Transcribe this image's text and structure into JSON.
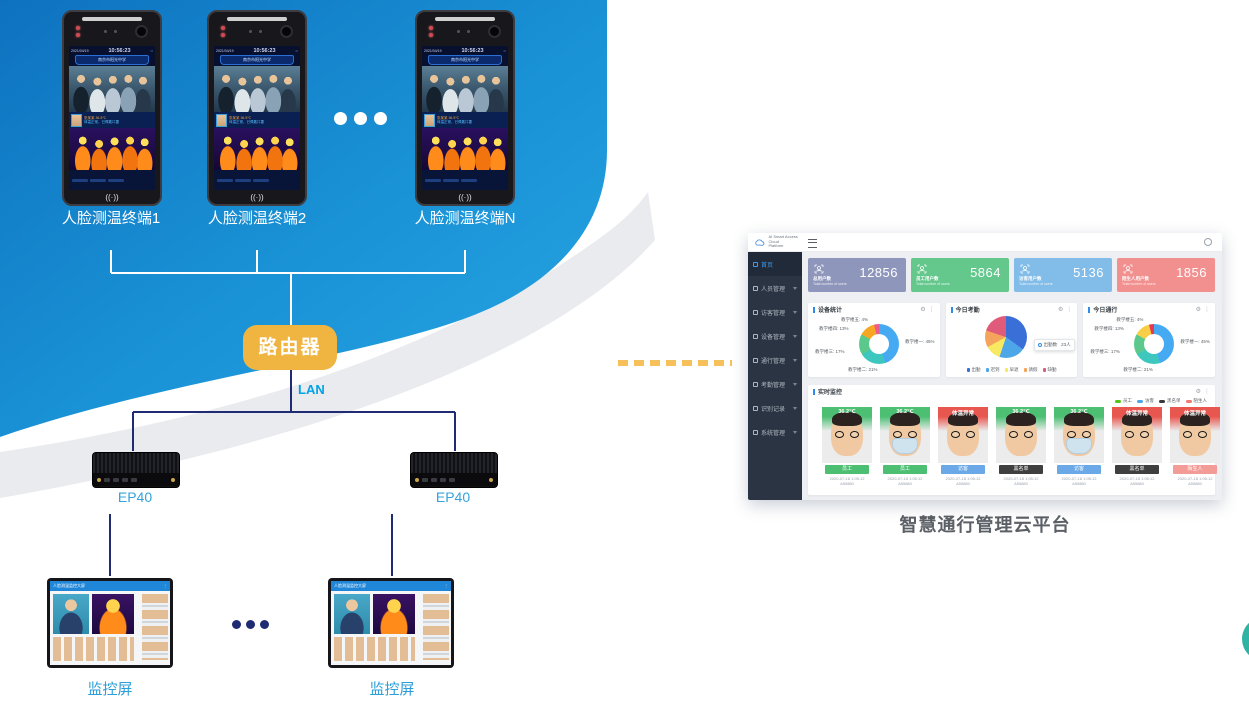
{
  "page": {
    "caption": "智慧通行管理云平台"
  },
  "diagram": {
    "terminals": [
      {
        "label": "人脸测温终端1"
      },
      {
        "label": "人脸测温终端2"
      },
      {
        "label": "人脸测温终端N"
      }
    ],
    "terminal_screen": {
      "date": "2021/04/19",
      "time": "10:56:23",
      "banner": "南京市阳光中学",
      "recog_name": "张某某",
      "recog_temp": "36.5℃",
      "recog_msg": "体温正常，已佩戴口罩",
      "rfid": "((·))"
    },
    "router_label": "路由器",
    "lan_label": "LAN",
    "ep40": [
      {
        "label": "EP40"
      },
      {
        "label": "EP40"
      }
    ],
    "monitors": [
      {
        "label": "监控屏"
      },
      {
        "label": "监控屏"
      }
    ],
    "monitor_title": "人脸测温监控大屏"
  },
  "dashboard": {
    "logo": {
      "line1": "AI Smart Access Cloud",
      "line2": "Platform"
    },
    "sidebar": {
      "items": [
        {
          "label": "首页"
        },
        {
          "label": "人员管理"
        },
        {
          "label": "访客管理"
        },
        {
          "label": "设备管理"
        },
        {
          "label": "通行管理"
        },
        {
          "label": "考勤管理"
        },
        {
          "label": "识别记录"
        },
        {
          "label": "系统管理"
        }
      ]
    },
    "stat_cards": [
      {
        "label": "总用户数",
        "sub": "Total number of users",
        "value": "12856",
        "color": "#8E96BB"
      },
      {
        "label": "员工用户数",
        "sub": "Total number of users",
        "value": "5864",
        "color": "#64C78C"
      },
      {
        "label": "访客用户数",
        "sub": "Total number of users",
        "value": "5136",
        "color": "#82BCE8"
      },
      {
        "label": "陌生人用户数",
        "sub": "Total number of users",
        "value": "1856",
        "color": "#F29090"
      }
    ],
    "realtime": {
      "title": "实时监控",
      "legend": [
        {
          "label": "员工",
          "color": "#52C41A"
        },
        {
          "label": "访客",
          "color": "#4DA6E8"
        },
        {
          "label": "黑名单",
          "color": "#3A3A3A"
        },
        {
          "label": "陌生人",
          "color": "#F07B72"
        }
      ],
      "cards": [
        {
          "temp": "36.2℃",
          "header_color": "#4CBF73",
          "tag": "员工",
          "tag_color": "#4CBF73",
          "datetime": "2020-07-18 1:05:12",
          "device_id": "A55880",
          "masked": false
        },
        {
          "temp": "36.2℃",
          "header_color": "#4CBF73",
          "tag": "员工",
          "tag_color": "#4CBF73",
          "datetime": "2020-07-18 1:05:12",
          "device_id": "A55880",
          "masked": true
        },
        {
          "temp": "体温异常",
          "header_color": "#E8574F",
          "tag": "访客",
          "tag_color": "#6AA8E8",
          "datetime": "2020-07-18 1:05:12",
          "device_id": "A55880",
          "masked": false
        },
        {
          "temp": "36.2℃",
          "header_color": "#4CBF73",
          "tag": "黑名单",
          "tag_color": "#3F3F3F",
          "datetime": "2020-07-18 1:05:12",
          "device_id": "A55880",
          "masked": false
        },
        {
          "temp": "36.2℃",
          "header_color": "#4CBF73",
          "tag": "访客",
          "tag_color": "#6AA8E8",
          "datetime": "2020-07-18 1:05:12",
          "device_id": "A55880",
          "masked": true
        },
        {
          "temp": "体温异常",
          "header_color": "#E8574F",
          "tag": "黑名单",
          "tag_color": "#3F3F3F",
          "datetime": "2020-07-18 1:05:12",
          "device_id": "A55880",
          "masked": false
        },
        {
          "temp": "体温异常",
          "header_color": "#E8574F",
          "tag": "陌生人",
          "tag_color": "#F29B97",
          "datetime": "2020-07-18 1:05:12",
          "device_id": "A55880",
          "masked": false
        }
      ]
    }
  },
  "chart_data": [
    {
      "type": "pie",
      "variant": "donut",
      "title": "设备统计",
      "legend_position": "none",
      "segments": [
        {
          "name": "教学楼一",
          "pct": 45,
          "color": "#45AAF2",
          "label": "教学楼一: 45%"
        },
        {
          "name": "教学楼二",
          "pct": 21,
          "color": "#3DC7BE",
          "label": "教学楼二: 21%"
        },
        {
          "name": "教学楼三",
          "pct": 17,
          "color": "#5CC98C",
          "label": "教学楼三: 17%"
        },
        {
          "name": "教学楼四",
          "pct": 13,
          "color": "#F5A623",
          "label": "教学楼四: 13%"
        },
        {
          "name": "教学楼五",
          "pct": 4,
          "color": "#EE5A8C",
          "label": "教学楼五: 4%"
        }
      ]
    },
    {
      "type": "pie",
      "variant": "pie",
      "title": "今日考勤",
      "legend_position": "bottom",
      "tooltip_label": "出勤数",
      "tooltip_value": "23人",
      "segments": [
        {
          "name": "出勤",
          "pct": 35,
          "color": "#3A6FD8"
        },
        {
          "name": "迟到",
          "pct": 20,
          "color": "#4DA6E8"
        },
        {
          "name": "早退",
          "pct": 12,
          "color": "#F7E961"
        },
        {
          "name": "请假",
          "pct": 13,
          "color": "#F5A45C"
        },
        {
          "name": "缺勤",
          "pct": 20,
          "color": "#E05A7A"
        }
      ]
    },
    {
      "type": "pie",
      "variant": "donut",
      "title": "今日通行",
      "legend_position": "none",
      "segments": [
        {
          "name": "教学楼一",
          "pct": 45,
          "color": "#45AAF2",
          "label": "教学楼一: 45%"
        },
        {
          "name": "教学楼二",
          "pct": 21,
          "color": "#3DC7BE",
          "label": "教学楼二: 21%"
        },
        {
          "name": "教学楼三",
          "pct": 17,
          "color": "#5CC98C",
          "label": "教学楼三: 17%"
        },
        {
          "name": "教学楼四",
          "pct": 13,
          "color": "#F7CE46",
          "label": "教学楼四: 13%"
        },
        {
          "name": "教学楼五",
          "pct": 4,
          "color": "#E8384F",
          "label": "教学楼五: 4%"
        }
      ]
    }
  ]
}
